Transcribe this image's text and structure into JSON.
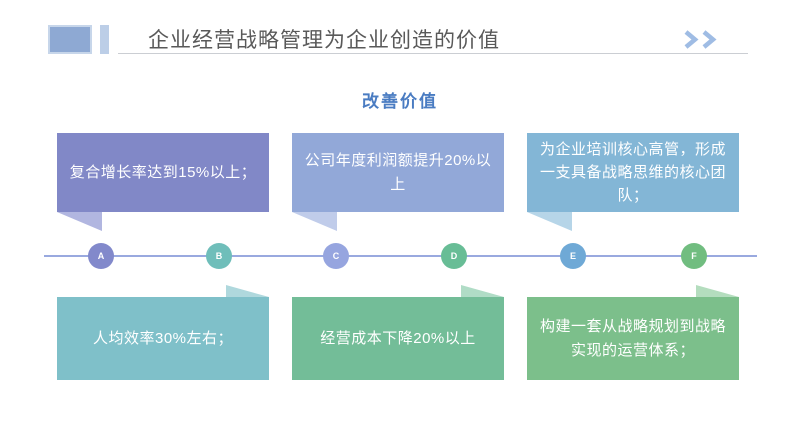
{
  "header": {
    "title": "企业经营战略管理为企业创造的价值",
    "decoration": {
      "bar_large_color": "#8ea9d3",
      "bar_small_color": "#bccee7"
    },
    "chevron_color": "#9fbce4",
    "divider_color": "#cbced3",
    "title_color": "#595959"
  },
  "subtitle": {
    "text": "改善价值",
    "color": "#4a7cc2"
  },
  "top_boxes": [
    {
      "text": "复合增长率达到15%以上；",
      "color": "#8188c7",
      "tail_color": "#b1b6e0"
    },
    {
      "text": "公司年度利润额提升20%以上",
      "color": "#92a8d8",
      "tail_color": "#c0ccea"
    },
    {
      "text": "为企业培训核心高管，形成一支具备战略思维的核心团队；",
      "color": "#83b6d6",
      "tail_color": "#b6d5e8"
    }
  ],
  "bottom_boxes": [
    {
      "text": "人均效率30%左右；",
      "color": "#7fc0c9",
      "tail_color": "#afd8dd"
    },
    {
      "text": "经营成本下降20%以上",
      "color": "#73bd98",
      "tail_color": "#b0dcc6"
    },
    {
      "text": "构建一套从战略规划到战略实现的运营体系；",
      "color": "#7cbf8b",
      "tail_color": "#b4ddbe"
    }
  ],
  "timeline": {
    "line_color": "#99a9df",
    "nodes": [
      {
        "label": "A",
        "color": "#8289cb"
      },
      {
        "label": "B",
        "color": "#6fbeba"
      },
      {
        "label": "C",
        "color": "#96a5df"
      },
      {
        "label": "D",
        "color": "#68bd96"
      },
      {
        "label": "E",
        "color": "#6fa9d6"
      },
      {
        "label": "F",
        "color": "#71bd80"
      }
    ]
  }
}
